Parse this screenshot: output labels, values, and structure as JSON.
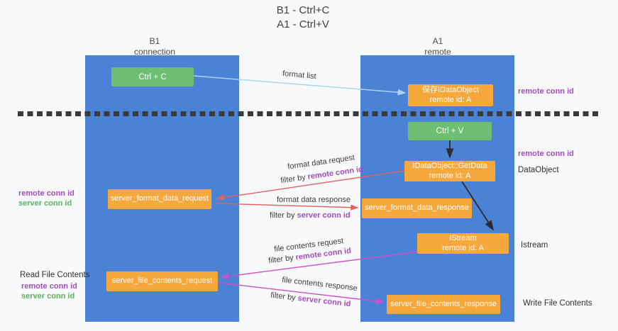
{
  "colors": {
    "background": "#f8f9fa",
    "column_blue": "#4a82d5",
    "box_green": "#6ebe73",
    "box_orange": "#f7a83d",
    "arrow_lightblue": "#a9d5f2",
    "arrow_black": "#2b2b2b",
    "arrow_red": "#e2625e",
    "arrow_magenta": "#d24fc8",
    "text_purple": "#a34cbe",
    "text_green": "#57b45f",
    "dash": "#3a3a3a"
  },
  "title": {
    "line1": "B1 - Ctrl+C",
    "line2": "A1 - Ctrl+V"
  },
  "lifelines": {
    "left": {
      "title": "B1",
      "subtitle": "connection"
    },
    "right": {
      "title": "A1",
      "subtitle": "remote"
    }
  },
  "boxes": {
    "ctrl_c": "Ctrl + C",
    "save_dataobject": {
      "line1": "保存IDataObject",
      "line2": "remote id: A"
    },
    "ctrl_v": "Ctrl + V",
    "getdata": {
      "line1": "IDataObject::GetData",
      "line2": "remote id: A"
    },
    "format_request": "server_format_data_request",
    "format_response": "server_format_data_response",
    "istream": {
      "line1": "IStream",
      "line2": "remote id: A"
    },
    "file_request": "server_file_contents_request",
    "file_response": "server_file_contents_response"
  },
  "side_labels": {
    "remote_conn_right_top": "remote conn id",
    "remote_conn_right_mid": "remote conn id",
    "dataobject": "DataObject",
    "istream": "Istream",
    "write_file": "Write File Contents",
    "read_file": "Read File Contents",
    "remote_conn_left_top": "remote conn id",
    "server_conn_left_top": "server conn id",
    "remote_conn_left_bottom": "remote conn id",
    "server_conn_left_bottom": "server conn id"
  },
  "arrow_labels": {
    "format_list": "format list",
    "format_data_request": "format data request",
    "filter_by_request1": "filter by",
    "filter_key_request1": "remote conn id",
    "format_data_response": "format data response",
    "filter_by_response1": "filter by",
    "filter_key_response1": "server conn id",
    "file_contents_request": "file contents request",
    "filter_by_request2": "filter by",
    "filter_key_request2": "remote conn id",
    "file_contents_response": "file contents response",
    "filter_by_response2": "filter by",
    "filter_key_response2": "server conn id"
  }
}
